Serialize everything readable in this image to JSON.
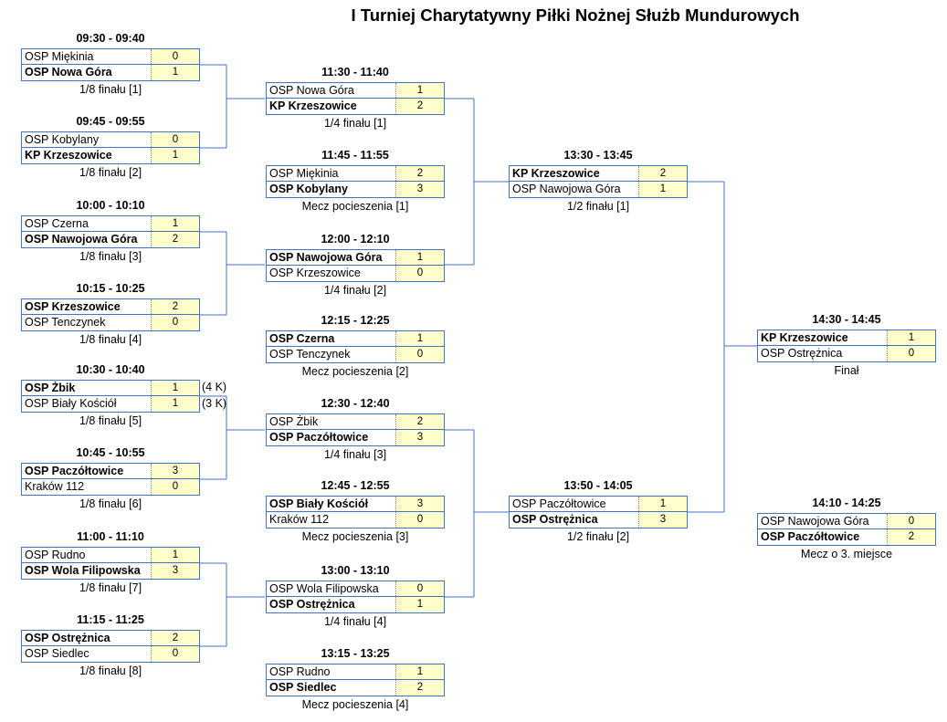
{
  "title": "I Turniej Charytatywny Piłki Nożnej Służb Mundurowych",
  "matches": [
    {
      "time": "09:30 - 09:40",
      "label": "1/8 finału [1]",
      "teams": [
        {
          "name": "OSP Miękinia",
          "score": "0",
          "winner": false
        },
        {
          "name": "OSP Nowa Góra",
          "score": "1",
          "winner": true
        }
      ]
    },
    {
      "time": "09:45 - 09:55",
      "label": "1/8 finału [2]",
      "teams": [
        {
          "name": "OSP Kobylany",
          "score": "0",
          "winner": false
        },
        {
          "name": "KP Krzeszowice",
          "score": "1",
          "winner": true
        }
      ]
    },
    {
      "time": "10:00 - 10:10",
      "label": "1/8 finału [3]",
      "teams": [
        {
          "name": "OSP Czerna",
          "score": "1",
          "winner": false
        },
        {
          "name": "OSP Nawojowa Góra",
          "score": "2",
          "winner": true
        }
      ]
    },
    {
      "time": "10:15 - 10:25",
      "label": "1/8 finału [4]",
      "teams": [
        {
          "name": "OSP Krzeszowice",
          "score": "2",
          "winner": true
        },
        {
          "name": "OSP Tenczynek",
          "score": "0",
          "winner": false
        }
      ]
    },
    {
      "time": "10:30 - 10:40",
      "label": "1/8 finału [5]",
      "teams": [
        {
          "name": "OSP Żbik",
          "score": "1",
          "winner": true,
          "extra": "(4 K)"
        },
        {
          "name": "OSP Biały Kościół",
          "score": "1",
          "winner": false,
          "extra": "(3 K)"
        }
      ]
    },
    {
      "time": "10:45 - 10:55",
      "label": "1/8 finału [6]",
      "teams": [
        {
          "name": "OSP Paczółtowice",
          "score": "3",
          "winner": true
        },
        {
          "name": "Kraków 112",
          "score": "0",
          "winner": false
        }
      ]
    },
    {
      "time": "11:00 - 11:10",
      "label": "1/8 finału [7]",
      "teams": [
        {
          "name": "OSP Rudno",
          "score": "1",
          "winner": false
        },
        {
          "name": "OSP Wola Filipowska",
          "score": "3",
          "winner": true
        }
      ]
    },
    {
      "time": "11:15 - 11:25",
      "label": "1/8 finału [8]",
      "teams": [
        {
          "name": "OSP Ostrężnica",
          "score": "2",
          "winner": true
        },
        {
          "name": "OSP Siedlec",
          "score": "0",
          "winner": false
        }
      ]
    },
    {
      "time": "11:30 - 11:40",
      "label": "1/4 finału [1]",
      "teams": [
        {
          "name": "OSP Nowa Góra",
          "score": "1",
          "winner": false
        },
        {
          "name": "KP Krzeszowice",
          "score": "2",
          "winner": true
        }
      ]
    },
    {
      "time": "11:45 - 11:55",
      "label": "Mecz pocieszenia [1]",
      "teams": [
        {
          "name": "OSP Miękinia",
          "score": "2",
          "winner": false
        },
        {
          "name": "OSP Kobylany",
          "score": "3",
          "winner": true
        }
      ]
    },
    {
      "time": "12:00 - 12:10",
      "label": "1/4 finału [2]",
      "teams": [
        {
          "name": "OSP Nawojowa Góra",
          "score": "1",
          "winner": true
        },
        {
          "name": "OSP Krzeszowice",
          "score": "0",
          "winner": false
        }
      ]
    },
    {
      "time": "12:15 - 12:25",
      "label": "Mecz pocieszenia [2]",
      "teams": [
        {
          "name": "OSP Czerna",
          "score": "1",
          "winner": true
        },
        {
          "name": "OSP Tenczynek",
          "score": "0",
          "winner": false
        }
      ]
    },
    {
      "time": "12:30 - 12:40",
      "label": "1/4 finału [3]",
      "teams": [
        {
          "name": "OSP Żbik",
          "score": "2",
          "winner": false
        },
        {
          "name": "OSP Paczółtowice",
          "score": "3",
          "winner": true
        }
      ]
    },
    {
      "time": "12:45 - 12:55",
      "label": "Mecz pocieszenia [3]",
      "teams": [
        {
          "name": "OSP Biały Kościół",
          "score": "3",
          "winner": true
        },
        {
          "name": "Kraków 112",
          "score": "0",
          "winner": false
        }
      ]
    },
    {
      "time": "13:00 - 13:10",
      "label": "1/4 finału [4]",
      "teams": [
        {
          "name": "OSP Wola Filipowska",
          "score": "0",
          "winner": false
        },
        {
          "name": "OSP Ostrężnica",
          "score": "1",
          "winner": true
        }
      ]
    },
    {
      "time": "13:15 - 13:25",
      "label": "Mecz pocieszenia [4]",
      "teams": [
        {
          "name": "OSP Rudno",
          "score": "1",
          "winner": false
        },
        {
          "name": "OSP Siedlec",
          "score": "2",
          "winner": true
        }
      ]
    },
    {
      "time": "13:30 - 13:45",
      "label": "1/2 finału [1]",
      "teams": [
        {
          "name": "KP Krzeszowice",
          "score": "2",
          "winner": true
        },
        {
          "name": "OSP Nawojowa Góra",
          "score": "1",
          "winner": false
        }
      ]
    },
    {
      "time": "13:50 - 14:05",
      "label": "1/2 finału [2]",
      "teams": [
        {
          "name": "OSP Paczółtowice",
          "score": "1",
          "winner": false
        },
        {
          "name": "OSP Ostrężnica",
          "score": "3",
          "winner": true
        }
      ]
    },
    {
      "time": "14:30 - 14:45",
      "label": "Finał",
      "teams": [
        {
          "name": "KP Krzeszowice",
          "score": "1",
          "winner": true
        },
        {
          "name": "OSP Ostrężnica",
          "score": "0",
          "winner": false
        }
      ]
    },
    {
      "time": "14:10 - 14:25",
      "label": "Mecz o 3. miejsce",
      "teams": [
        {
          "name": "OSP Nawojowa Góra",
          "score": "0",
          "winner": false
        },
        {
          "name": "OSP Paczółtowice",
          "score": "2",
          "winner": true
        }
      ]
    }
  ]
}
